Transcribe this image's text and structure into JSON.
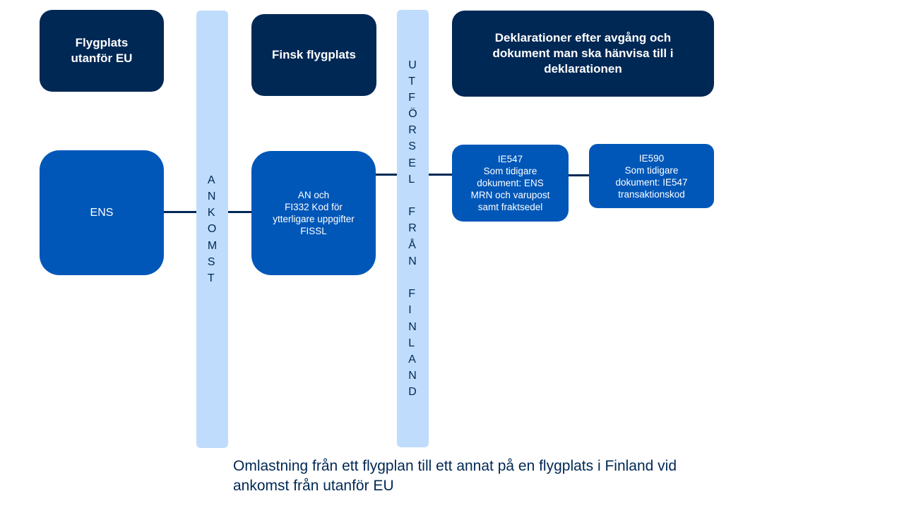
{
  "headers": {
    "outside_airport": "Flygplats\nutanför EU",
    "finnish_airport": "Finsk flygplats",
    "declarations": "Deklarationer efter avgång och\ndokument man ska hänvisa till i\ndeklarationen"
  },
  "boxes": {
    "ens": "ENS",
    "an_fi332": "AN och\nFI332 Kod för\nytterligare uppgifter\nFISSL",
    "ie547": "IE547\nSom tidigare\ndokument: ENS\nMRN och varupost\nsamt fraktsedel",
    "ie590": "IE590\nSom tidigare\ndokument: IE547\ntransaktionskod"
  },
  "pillars": {
    "arrival": "ANKOMST",
    "exit_line1": "UTFÖRSEL",
    "exit_line2": "FRÅN",
    "exit_line3": "FINLAND"
  },
  "caption": "Omlastning från ett flygplan till ett annat på en flygplats i Finland vid ankomst från utanför EU",
  "colors": {
    "dark_navy": "#002855",
    "blue": "#0057b8",
    "light_blue": "#bfdcfc"
  }
}
